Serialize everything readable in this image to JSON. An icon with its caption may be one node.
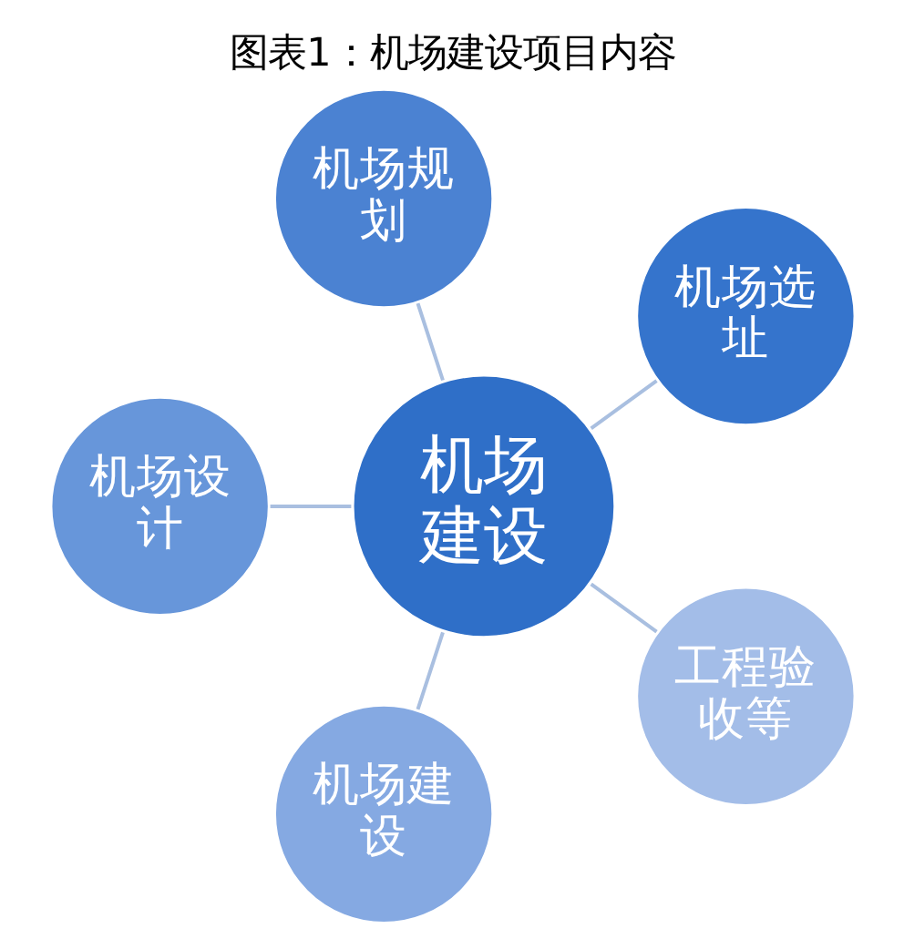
{
  "diagram": {
    "title": "图表1：机场建设项目内容",
    "nodes": [
      {
        "text": [
          "机场建设"
        ]
      },
      {
        "text": [
          "机场选址"
        ]
      },
      {
        "text": [
          "机场规划"
        ]
      },
      {
        "text": [
          "机场设计"
        ]
      },
      {
        "text": [
          "机场建设"
        ]
      },
      {
        "text": [
          "工程验收等"
        ]
      }
    ],
    "edges": [
      {
        "from": 0,
        "to": 1,
        "arrow": "none"
      },
      {
        "from": 0,
        "to": 2,
        "arrow": "none"
      },
      {
        "from": 0,
        "to": 3,
        "arrow": "none"
      },
      {
        "from": 0,
        "to": 4,
        "arrow": "none"
      },
      {
        "from": 0,
        "to": 5,
        "arrow": "none"
      }
    ]
  }
}
